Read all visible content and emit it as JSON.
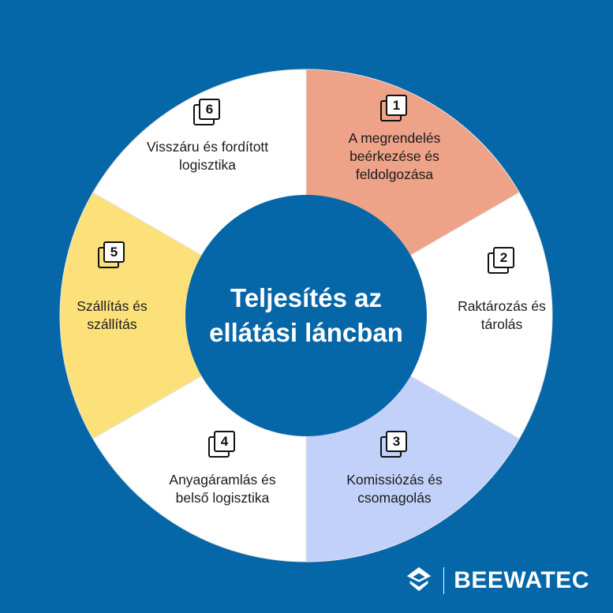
{
  "center_title": "Teljesítés az ellátási láncban",
  "segments": [
    {
      "number": "1",
      "label": "A megrendelés beérkezése és feldolgozása",
      "color": "#eea288"
    },
    {
      "number": "2",
      "label": "Raktározás és tárolás",
      "color": "#ffffff"
    },
    {
      "number": "3",
      "label": "Komissiózás és csomagolás",
      "color": "#c2d1fa"
    },
    {
      "number": "4",
      "label": "Anyagáramlás és belső logisztika",
      "color": "#ffffff"
    },
    {
      "number": "5",
      "label": "Szállítás és szállítás",
      "color": "#fce17a"
    },
    {
      "number": "6",
      "label": "Visszáru és fordított logisztika",
      "color": "#ffffff"
    }
  ],
  "colors": {
    "background": "#0566a8",
    "center": "#0566a8",
    "divider": "#e4e4e4"
  },
  "brand": {
    "name": "BEEWATEC",
    "logo_icon": "beewatec-logo-icon"
  }
}
